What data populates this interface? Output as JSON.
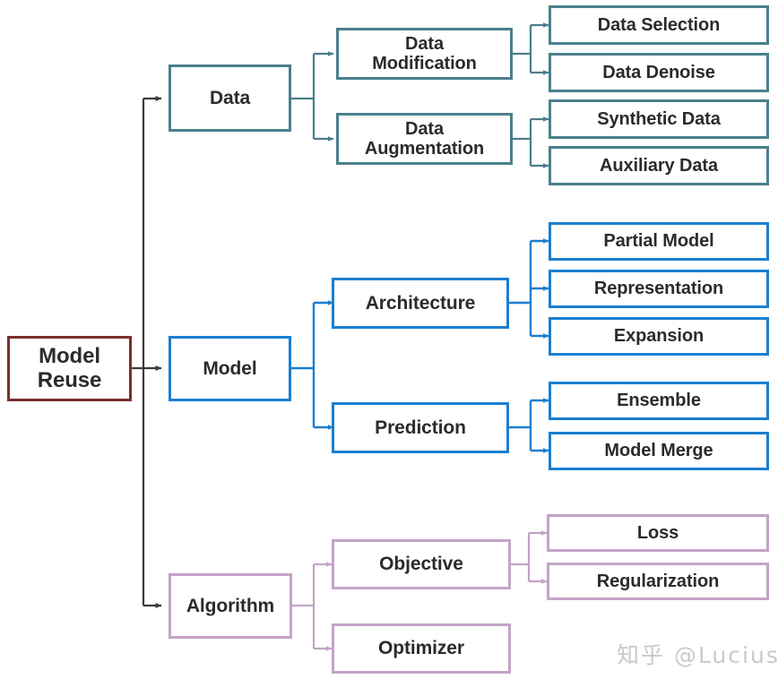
{
  "diagram": {
    "title": "Model Reuse taxonomy",
    "type": "tree",
    "colors": {
      "root_border": "#7a2f2b",
      "data_branch": "#4a7f8c",
      "model_branch": "#1a7fd0",
      "algorithm_branch": "#c2a4c6",
      "trunk_line": "#3a3a3a",
      "text": "#2b2b2b",
      "background": "#ffffff",
      "watermark": "#c9c9cf"
    },
    "root": {
      "label": "Model\nReuse",
      "font_size": 24
    },
    "branches": [
      {
        "id": "data",
        "label": "Data",
        "color": "#4a7f8c",
        "font_size": 21,
        "children": [
          {
            "id": "data-modification",
            "label": "Data\nModification",
            "font_size": 20,
            "leaves": [
              {
                "id": "data-selection",
                "label": "Data Selection",
                "font_size": 20
              },
              {
                "id": "data-denoise",
                "label": "Data Denoise",
                "font_size": 20
              }
            ]
          },
          {
            "id": "data-augmentation",
            "label": "Data\nAugmentation",
            "font_size": 20,
            "leaves": [
              {
                "id": "synthetic-data",
                "label": "Synthetic Data",
                "font_size": 20
              },
              {
                "id": "auxiliary-data",
                "label": "Auxiliary Data",
                "font_size": 20
              }
            ]
          }
        ]
      },
      {
        "id": "model",
        "label": "Model",
        "color": "#1a7fd0",
        "font_size": 21,
        "children": [
          {
            "id": "architecture",
            "label": "Architecture",
            "font_size": 21,
            "leaves": [
              {
                "id": "partial-model",
                "label": "Partial Model",
                "font_size": 20
              },
              {
                "id": "representation",
                "label": "Representation",
                "font_size": 20
              },
              {
                "id": "expansion",
                "label": "Expansion",
                "font_size": 20
              }
            ]
          },
          {
            "id": "prediction",
            "label": "Prediction",
            "font_size": 21,
            "leaves": [
              {
                "id": "ensemble",
                "label": "Ensemble",
                "font_size": 20
              },
              {
                "id": "model-merge",
                "label": "Model Merge",
                "font_size": 20
              }
            ]
          }
        ]
      },
      {
        "id": "algorithm",
        "label": "Algorithm",
        "color": "#c2a4c6",
        "font_size": 21,
        "children": [
          {
            "id": "objective",
            "label": "Objective",
            "font_size": 21,
            "leaves": [
              {
                "id": "loss",
                "label": "Loss",
                "font_size": 20
              },
              {
                "id": "regularization",
                "label": "Regularization",
                "font_size": 20
              }
            ]
          },
          {
            "id": "optimizer",
            "label": "Optimizer",
            "font_size": 21,
            "leaves": []
          }
        ]
      }
    ]
  },
  "watermark": {
    "text": "知乎 @Lucius"
  }
}
